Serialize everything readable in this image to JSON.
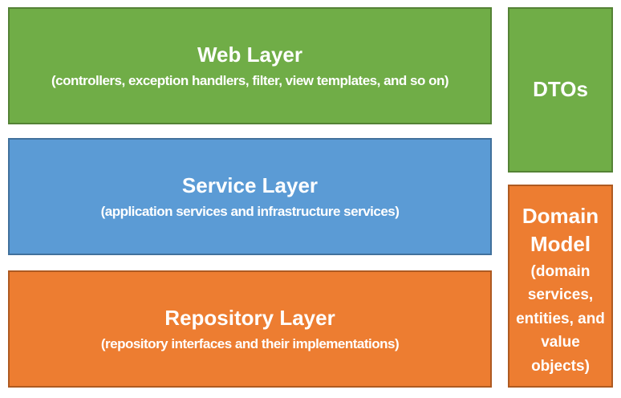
{
  "palette": {
    "green_fill": "#70AD47",
    "green_border": "#548235",
    "blue_fill": "#5B9BD5",
    "blue_border": "#41719C",
    "orange_fill": "#ED7D31",
    "orange_border": "#AE5A21",
    "text_color": "#FFFFFF",
    "background": "#FFFFFF"
  },
  "layers": [
    {
      "id": "web-layer",
      "title": "Web Layer",
      "subtitle": "(controllers, exception handlers, filter, view templates, and so on)",
      "fill": "#70AD47",
      "border": "#548235"
    },
    {
      "id": "service-layer",
      "title": "Service Layer",
      "subtitle": "(application services and infrastructure services)",
      "fill": "#5B9BD5",
      "border": "#41719C"
    },
    {
      "id": "repository-layer",
      "title": "Repository Layer",
      "subtitle": "(repository interfaces and their implementations)",
      "fill": "#ED7D31",
      "border": "#AE5A21"
    }
  ],
  "side_boxes": [
    {
      "id": "dtos",
      "title": "DTOs",
      "fill": "#70AD47",
      "border": "#548235"
    },
    {
      "id": "domain-model",
      "title": "Domain Model",
      "subtitle": "(domain services, entities, and value objects)",
      "subtitle_lines": [
        "(domain",
        "services,",
        "entities, and",
        "value",
        "objects)"
      ],
      "fill": "#ED7D31",
      "border": "#AE5A21"
    }
  ]
}
